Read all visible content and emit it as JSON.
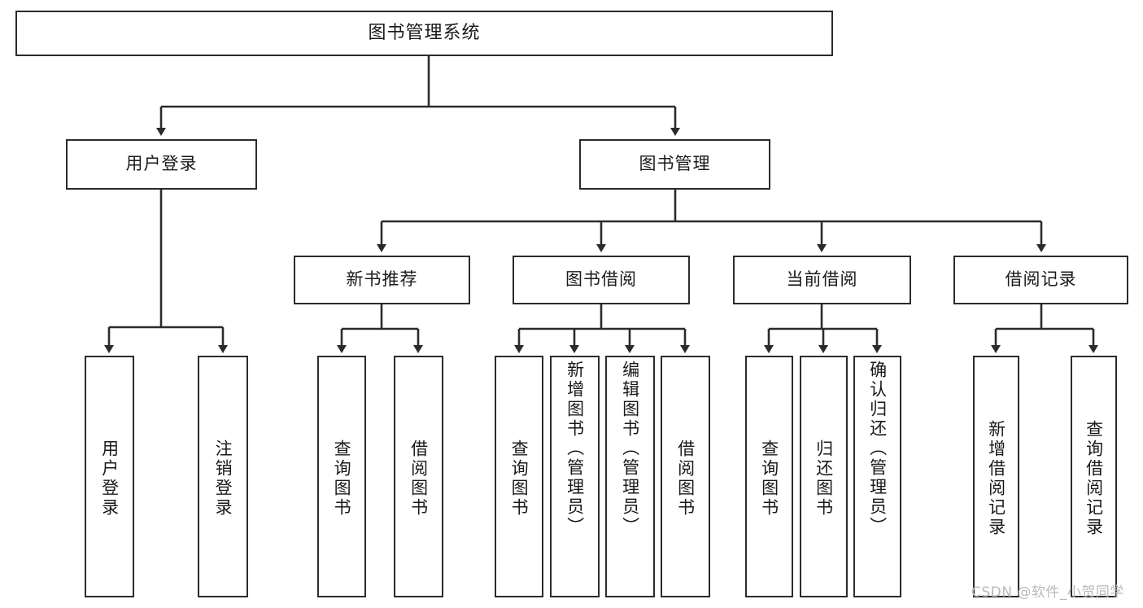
{
  "diagram": {
    "title_node": "图书管理系统",
    "style": {
      "box_border_color": "#2b2b2b",
      "box_fill": "#ffffff",
      "line_color": "#2b2b2b",
      "text_color": "#1a1a1a",
      "background": "#ffffff",
      "watermark_color": "#b9b9b9"
    },
    "level1": [
      {
        "id": "root",
        "label": "图书管理系统"
      }
    ],
    "level2": [
      {
        "id": "user-login",
        "label": "用户登录"
      },
      {
        "id": "book-manage",
        "label": "图书管理"
      }
    ],
    "level3": [
      {
        "id": "new-book-recommend",
        "label": "新书推荐"
      },
      {
        "id": "book-borrow",
        "label": "图书借阅"
      },
      {
        "id": "current-borrow",
        "label": "当前借阅"
      },
      {
        "id": "borrow-record",
        "label": "借阅记录"
      }
    ],
    "leaves": {
      "user_login": [
        {
          "id": "leaf-user-login",
          "label": "用户登录"
        },
        {
          "id": "leaf-logout-login",
          "label": "注销登录"
        }
      ],
      "new_book_recommend": [
        {
          "id": "leaf-query-book-1",
          "label": "查询图书"
        },
        {
          "id": "leaf-borrow-book-1",
          "label": "借阅图书"
        }
      ],
      "book_borrow": [
        {
          "id": "leaf-query-book-2",
          "label": "查询图书"
        },
        {
          "id": "leaf-add-book",
          "label": "新增图书（管理员）"
        },
        {
          "id": "leaf-edit-book",
          "label": "编辑图书（管理员）"
        },
        {
          "id": "leaf-borrow-book-2",
          "label": "借阅图书"
        }
      ],
      "current_borrow": [
        {
          "id": "leaf-query-book-3",
          "label": "查询图书"
        },
        {
          "id": "leaf-return-book",
          "label": "归还图书"
        },
        {
          "id": "leaf-confirm-return",
          "label": "确认归还（管理员）"
        }
      ],
      "borrow_record": [
        {
          "id": "leaf-add-record",
          "label": "新增借阅记录"
        },
        {
          "id": "leaf-query-record",
          "label": "查询借阅记录"
        }
      ]
    },
    "watermark": "CSDN @软件_小贺同学"
  }
}
